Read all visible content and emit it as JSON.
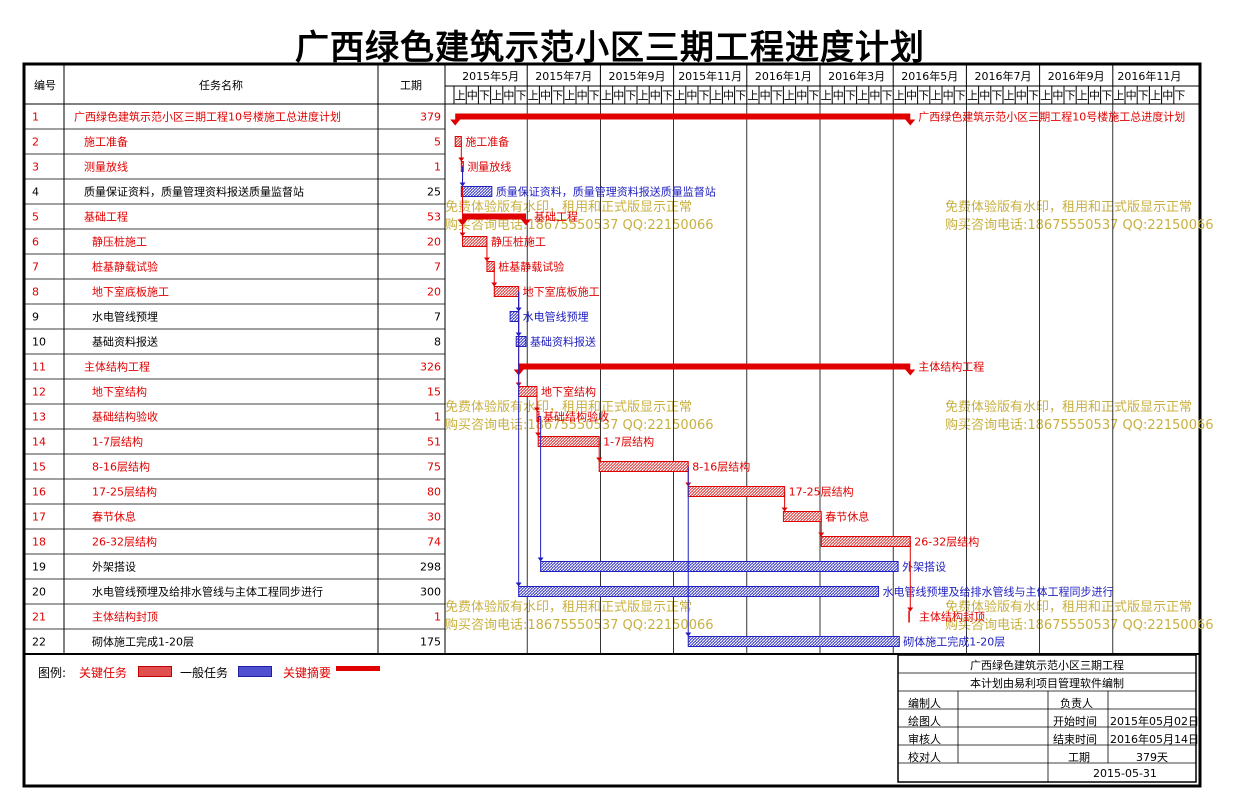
{
  "title": "广西绿色建筑示范小区三期工程进度计划",
  "table": {
    "headers": {
      "id": "编号",
      "name": "任务名称",
      "duration": "工期"
    }
  },
  "chart_data": {
    "type": "gantt",
    "timeline_months": [
      "2015年5月",
      "2015年7月",
      "2015年9月",
      "2015年11月",
      "2016年1月",
      "2016年3月",
      "2016年5月",
      "2016年7月",
      "2016年9月",
      "2016年11月"
    ],
    "period_labels": [
      "上",
      "中",
      "下"
    ],
    "tasks": [
      {
        "id": "1",
        "name": "广西绿色建筑示范小区三期工程10号楼施工总进度计划",
        "duration": "379",
        "start": "2015-05-02",
        "finish": "2016-05-14",
        "kind": "summary",
        "critical": true,
        "indent": 0
      },
      {
        "id": "2",
        "name": "施工准备",
        "duration": "5",
        "start": "2015-05-02",
        "finish": "2015-05-06",
        "kind": "task",
        "critical": true,
        "indent": 1
      },
      {
        "id": "3",
        "name": "测量放线",
        "duration": "1",
        "start": "2015-05-07",
        "finish": "2015-05-07",
        "kind": "task",
        "critical": true,
        "indent": 1
      },
      {
        "id": "4",
        "name": "质量保证资料，质量管理资料报送质量监督站",
        "duration": "25",
        "start": "2015-05-07",
        "finish": "2015-05-31",
        "kind": "task",
        "critical": false,
        "indent": 1
      },
      {
        "id": "5",
        "name": "基础工程",
        "duration": "53",
        "start": "2015-05-08",
        "finish": "2015-06-29",
        "kind": "summary",
        "critical": true,
        "indent": 1
      },
      {
        "id": "6",
        "name": "静压桩施工",
        "duration": "20",
        "start": "2015-05-08",
        "finish": "2015-05-27",
        "kind": "task",
        "critical": true,
        "indent": 2
      },
      {
        "id": "7",
        "name": "桩基静载试验",
        "duration": "7",
        "start": "2015-05-28",
        "finish": "2015-06-03",
        "kind": "task",
        "critical": true,
        "indent": 2
      },
      {
        "id": "8",
        "name": "地下室底板施工",
        "duration": "20",
        "start": "2015-06-04",
        "finish": "2015-06-23",
        "kind": "task",
        "critical": true,
        "indent": 2
      },
      {
        "id": "9",
        "name": "水电管线预埋",
        "duration": "7",
        "start": "2015-06-17",
        "finish": "2015-06-23",
        "kind": "task",
        "critical": false,
        "indent": 2
      },
      {
        "id": "10",
        "name": "基础资料报送",
        "duration": "8",
        "start": "2015-06-22",
        "finish": "2015-06-29",
        "kind": "task",
        "critical": false,
        "indent": 2
      },
      {
        "id": "11",
        "name": "主体结构工程",
        "duration": "326",
        "start": "2015-06-24",
        "finish": "2016-05-14",
        "kind": "summary",
        "critical": true,
        "indent": 1
      },
      {
        "id": "12",
        "name": "地下室结构",
        "duration": "15",
        "start": "2015-06-24",
        "finish": "2015-07-08",
        "kind": "task",
        "critical": true,
        "indent": 2
      },
      {
        "id": "13",
        "name": "基础结构验收",
        "duration": "1",
        "start": "2015-07-09",
        "finish": "2015-07-09",
        "kind": "task",
        "critical": true,
        "indent": 2
      },
      {
        "id": "14",
        "name": "1-7层结构",
        "duration": "51",
        "start": "2015-07-10",
        "finish": "2015-08-29",
        "kind": "task",
        "critical": true,
        "indent": 2
      },
      {
        "id": "15",
        "name": "8-16层结构",
        "duration": "75",
        "start": "2015-08-30",
        "finish": "2015-11-12",
        "kind": "task",
        "critical": true,
        "indent": 2
      },
      {
        "id": "16",
        "name": "17-25层结构",
        "duration": "80",
        "start": "2015-11-13",
        "finish": "2016-01-31",
        "kind": "task",
        "critical": true,
        "indent": 2
      },
      {
        "id": "17",
        "name": "春节休息",
        "duration": "30",
        "start": "2016-02-01",
        "finish": "2016-03-01",
        "kind": "task",
        "critical": true,
        "indent": 2
      },
      {
        "id": "18",
        "name": "26-32层结构",
        "duration": "74",
        "start": "2016-03-02",
        "finish": "2016-05-14",
        "kind": "task",
        "critical": true,
        "indent": 2
      },
      {
        "id": "19",
        "name": "外架搭设",
        "duration": "298",
        "start": "2015-07-12",
        "finish": "2016-05-04",
        "kind": "task",
        "critical": false,
        "indent": 2
      },
      {
        "id": "20",
        "name": "水电管线预埋及给排水管线与主体工程同步进行",
        "duration": "300",
        "start": "2015-06-24",
        "finish": "2016-04-18",
        "kind": "task",
        "critical": false,
        "indent": 2
      },
      {
        "id": "21",
        "name": "主体结构封顶",
        "duration": "1",
        "start": "2016-05-14",
        "finish": "2016-05-14",
        "kind": "milestone",
        "critical": true,
        "indent": 2
      },
      {
        "id": "22",
        "name": "砌体施工完成1-20层",
        "duration": "175",
        "start": "2015-11-13",
        "finish": "2016-05-05",
        "kind": "task",
        "critical": false,
        "indent": 2
      }
    ]
  },
  "watermark": {
    "line1": "免费体验版有水印，租用和正式版显示正常",
    "line2": "购买咨询电话:18675550537 QQ:22150066"
  },
  "legend": {
    "label": "图例:",
    "critical": "关键任务",
    "normal": "一般任务",
    "summary": "关键摘要"
  },
  "title_block": {
    "project": "广西绿色建筑示范小区三期工程",
    "software_note": "本计划由易利项目管理软件编制",
    "editor_label": "编制人",
    "owner_label": "负责人",
    "drawer_label": "绘图人",
    "start_label": "开始时间",
    "start_value": "2015年05月02日",
    "reviewer_label": "审核人",
    "end_label": "结束时间",
    "end_value": "2016年05月14日",
    "checker_label": "校对人",
    "duration_label": "工期",
    "duration_value": "379天",
    "date": "2015-05-31"
  },
  "colors": {
    "critical": "#e00000",
    "normal": "#2020c0",
    "critical_fill": "#e05050",
    "normal_fill": "#5050d0",
    "watermark": "#c8b040"
  }
}
